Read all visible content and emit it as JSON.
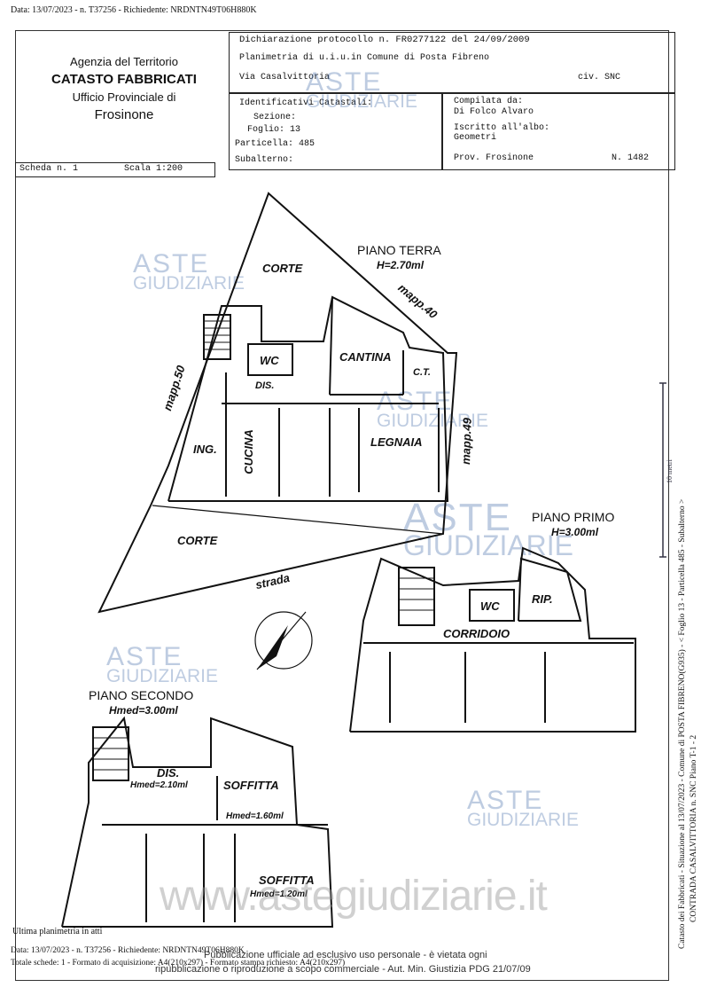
{
  "top_line": "Data: 13/07/2023 - n. T37256 - Richiedente: NRDNTN49T06H880K",
  "agency": {
    "line1": "Agenzia del Territorio",
    "line2": "CATASTO FABBRICATI",
    "line3": "Ufficio Provinciale di",
    "line4": "Frosinone"
  },
  "header": {
    "dichiarazione": "Dichiarazione protocollo n. FR0277122 del  24/09/2009",
    "planimetria": "Planimetria di u.i.u.in Comune di Posta Fibreno",
    "via": "Via Casalvittoria",
    "civ": "civ. SNC",
    "identificativi": "Identificativi Catastali:",
    "sezione": "Sezione:",
    "foglio": "Foglio: 13",
    "particella": "Particella: 485",
    "subalterno": "Subalterno:",
    "compilata": "Compilata da:",
    "compilatore": "Di Folco Alvaro",
    "iscritto": "Iscritto all'albo:",
    "albo": "Geometri",
    "prov": "Prov. Frosinone",
    "numero": "N.  1482"
  },
  "scheda": {
    "label": "Scheda n. 1",
    "scala": "Scala 1:200"
  },
  "floors": {
    "terra_title": "PIANO TERRA",
    "terra_h": "H=2.70ml",
    "primo_title": "PIANO PRIMO",
    "primo_h": "H=3.00ml",
    "secondo_title": "PIANO SECONDO",
    "secondo_h": "Hmed=3.00ml"
  },
  "rooms": {
    "corte_top": "CORTE",
    "corte_bottom": "CORTE",
    "strada": "strada",
    "mapp40": "mapp.40",
    "mapp50": "mapp.50",
    "mapp49": "mapp.49",
    "wc_terra": "WC",
    "dis_terra": "DIS.",
    "cantina": "CANTINA",
    "ct": "C.T.",
    "ing": "ING.",
    "cucina": "CUCINA",
    "legnaia": "LEGNAIA",
    "wc_primo": "WC",
    "rip": "RIP.",
    "corridoio": "CORRIDOIO",
    "dis_secondo": "DIS.",
    "dis_secondo_h": "Hmed=2.10ml",
    "soffitta1": "SOFFITTA",
    "soffitta1_h": "Hmed=1.60ml",
    "soffitta2": "SOFFITTA",
    "soffitta2_h": "Hmed=1.20ml"
  },
  "watermark": {
    "line1": "ASTE",
    "line2": "GIUDIZIARIE",
    "url": "www.astegiudiziarie.it"
  },
  "side_text": {
    "line1": "Catasto dei Fabbricati - Situazione al 13/07/2023 - Comune di POSTA FIBRENO(G935) - < Foglio 13 - Particella 485 - Subalterno  >",
    "line2": "CONTRADA CASALVITTORIA n. SNC Piano T-1 - 2",
    "metri": "10 metri"
  },
  "footer": {
    "ultima": "Ultima planimetria in atti",
    "data": "Data: 13/07/2023 - n. T37256 - Richiedente: NRDNTN49T06H880K",
    "totale": "Totale schede: 1 - Formato di acquisizione: A4(210x297) - Formato stampa richiesto: A4(210x297)",
    "pub1": "Pubblicazione ufficiale ad esclusivo uso personale - è vietata ogni",
    "pub2": "ripubblicazione o riproduzione a scopo commerciale - Aut. Min. Giustizia PDG 21/07/09"
  }
}
